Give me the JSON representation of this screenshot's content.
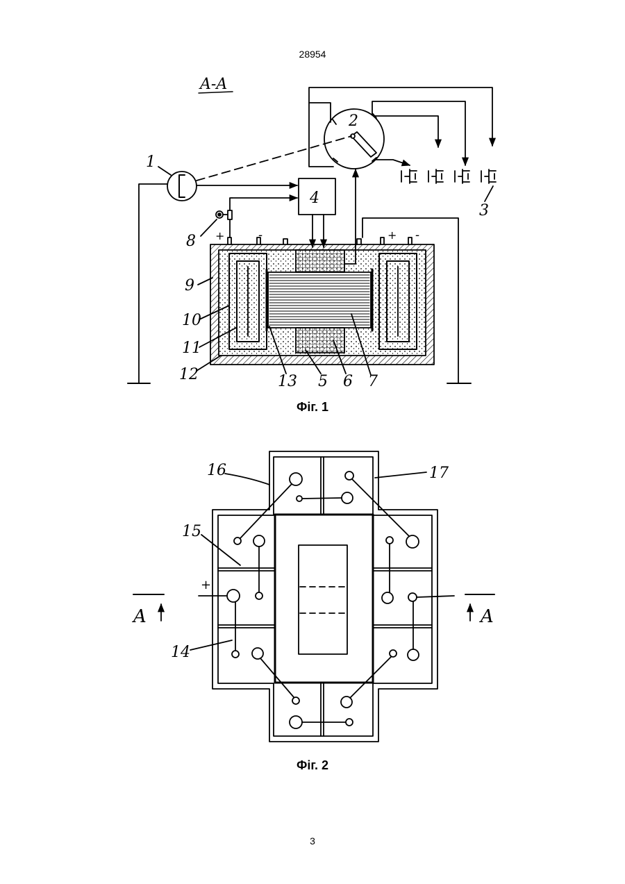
{
  "document_number": "28954",
  "page_number": "3",
  "colors": {
    "ink": "#000000",
    "paper": "#ffffff"
  },
  "fig1": {
    "caption": "Фіг. 1",
    "section_label": "A-A",
    "plus": "+",
    "minus": "-",
    "labels": {
      "l1": "1",
      "l2": "2",
      "l3": "3",
      "l4": "4",
      "l5": "5",
      "l6": "6",
      "l7": "7",
      "l8": "8",
      "l9": "9",
      "l10": "10",
      "l11": "11",
      "l12": "12",
      "l13": "13"
    }
  },
  "fig2": {
    "caption": "Фіг. 2",
    "plus": "+",
    "section_mark_left": "A",
    "section_mark_right": "A",
    "labels": {
      "l14": "14",
      "l15": "15",
      "l16": "16",
      "l17": "17"
    }
  }
}
